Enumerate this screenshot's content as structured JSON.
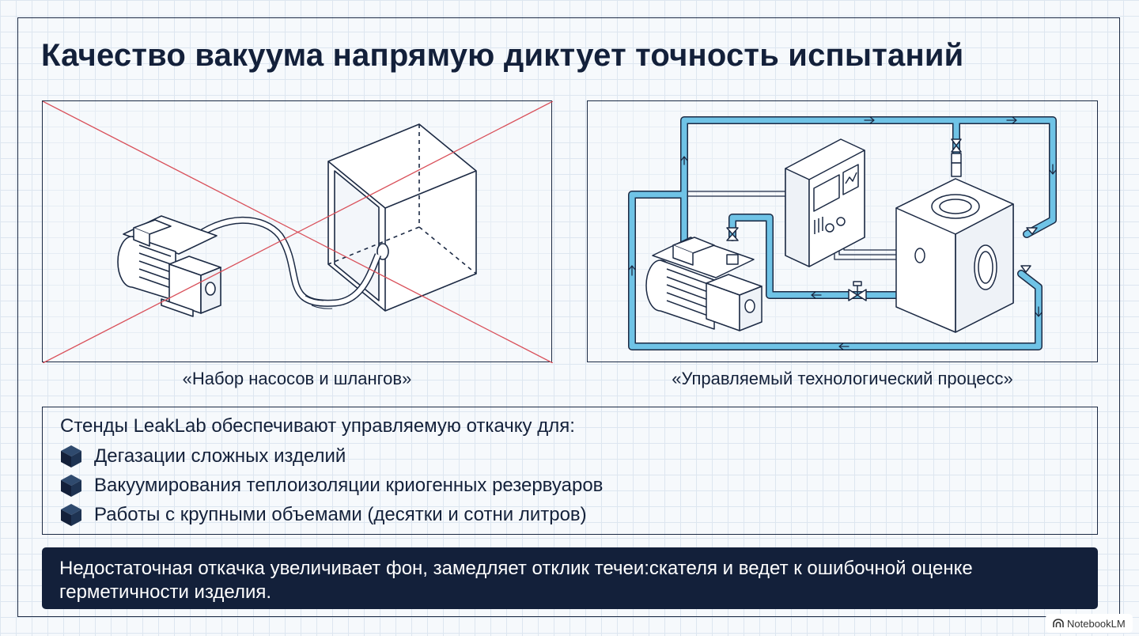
{
  "title": "Качество вакуума напрямую диктует точность испытаний",
  "panels": {
    "left": {
      "caption": "«Набор насосов и шлангов»",
      "crossed_out": true,
      "cross_color": "#d9505a"
    },
    "right": {
      "caption": "«Управляемый технологический процесс»",
      "pipe_color": "#6fc3e6"
    }
  },
  "features": {
    "lead": "Стенды LeakLab обеспечивают управляемую откачку для:",
    "items": [
      "Дегазации сложных изделий",
      "Вакуумирования теплоизоляции криогенных резервуаров",
      "Работы с крупными объемами (десятки и сотни литров)"
    ],
    "bullet_icon": "cube-icon"
  },
  "banner": {
    "text": "Недостаточная откачка увеличивает фон, замедляет отклик течеи:скателя и ведет к ошибочной оценке герметичности изделия."
  },
  "brand": {
    "label": "NotebookLM"
  },
  "colors": {
    "navy": "#13203a",
    "background": "#f6f9fc",
    "grid": "#dde6f0"
  }
}
